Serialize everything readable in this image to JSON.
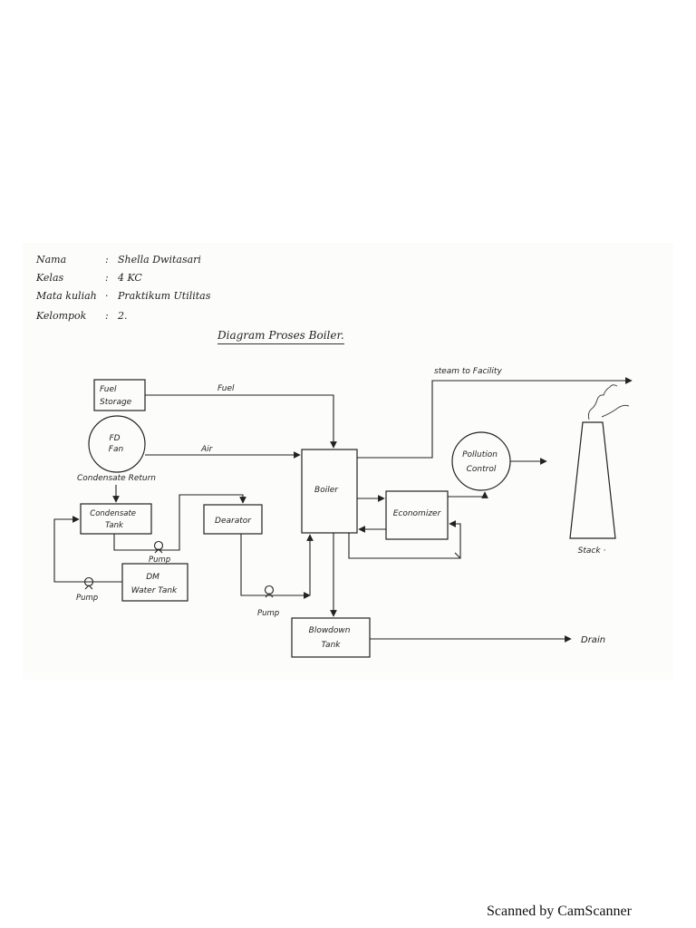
{
  "header": {
    "rows": [
      {
        "label": "Nama",
        "sep": ":",
        "value": "Shella Dwitasari"
      },
      {
        "label": "Kelas",
        "sep": ":",
        "value": "4 KC"
      },
      {
        "label": "Mata kuliah",
        "sep": "·",
        "value": "Praktikum Utilitas"
      },
      {
        "label": "Kelompok",
        "sep": ":",
        "value": "2."
      }
    ]
  },
  "diagram": {
    "title": "Diagram Proses Boiler.",
    "nodes": {
      "fuel_storage": [
        "Fuel",
        "Storage"
      ],
      "fd_fan": [
        "FD",
        "Fan"
      ],
      "condensate_tank": [
        "Condensate",
        "Tank"
      ],
      "dm_water_tank": [
        "DM",
        "Water Tank"
      ],
      "deaerator": "Dearator",
      "boiler": "Boiler",
      "economizer": "Economizer",
      "pollution_control": [
        "Pollution",
        "Control"
      ],
      "blowdown_tank": [
        "Blowdown",
        "Tank"
      ],
      "stack": "Stack ·"
    },
    "labels": {
      "fuel": "Fuel",
      "air": "Air",
      "steam": "steam to Facility",
      "condensate_return": "Condensate Return",
      "drain": "Drain",
      "pump_1": "Pump",
      "pump_2": "Pump",
      "pump_3": "Pump"
    }
  },
  "footer": {
    "scanner": "Scanned by CamScanner"
  }
}
